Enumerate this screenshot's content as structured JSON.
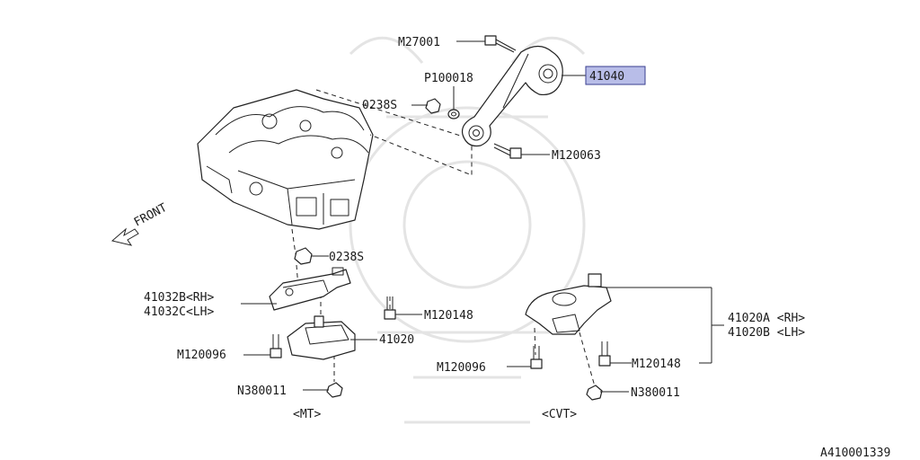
{
  "diagram": {
    "callouts": {
      "m27001": "M27001",
      "p100018": "P100018",
      "n0238s_top": "0238S",
      "part_41040": "41040",
      "m120063": "M120063",
      "n0238s_mid": "0238S",
      "p41032b": "41032B<RH>",
      "p41032c": "41032C<LH>",
      "m120148_mt": "M120148",
      "p41020": "41020",
      "m120096_mt": "M120096",
      "n380011_mt": "N380011",
      "p41020a": "41020A <RH>",
      "p41020b": "41020B <LH>",
      "m120096_cvt": "M120096",
      "m120148_cvt": "M120148",
      "n380011_cvt": "N380011"
    },
    "front_label": "FRONT",
    "group_mt": "<MT>",
    "group_cvt": "<CVT>",
    "figure_id": "A410001339",
    "highlight_color": "#b8bde8"
  }
}
